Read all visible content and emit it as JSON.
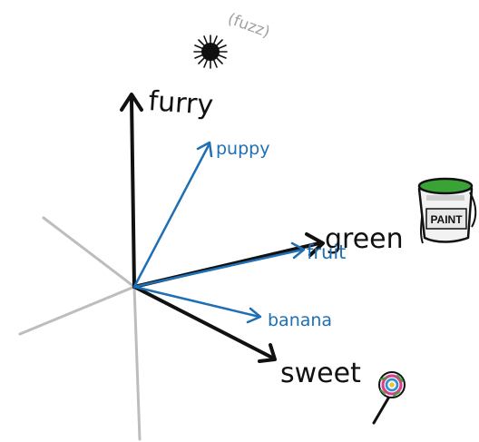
{
  "colors": {
    "primary_axis": "#111111",
    "word_vector": "#1f6fb5",
    "extra_axis": "#bdbdbd",
    "paint_green": "#3aa335",
    "fuzz": "#111111"
  },
  "axes": {
    "furry": "furry",
    "green": "green",
    "sweet": "sweet"
  },
  "vectors": {
    "puppy": "puppy",
    "fruit": "fruit",
    "banana": "banana"
  },
  "decorations": {
    "fuzz_caption": "(fuzz)",
    "paint_label": "PAINT",
    "fuzz_icon": "fuzz-ball-icon",
    "paint_icon": "paint-can-icon",
    "lollipop_icon": "lollipop-icon"
  }
}
